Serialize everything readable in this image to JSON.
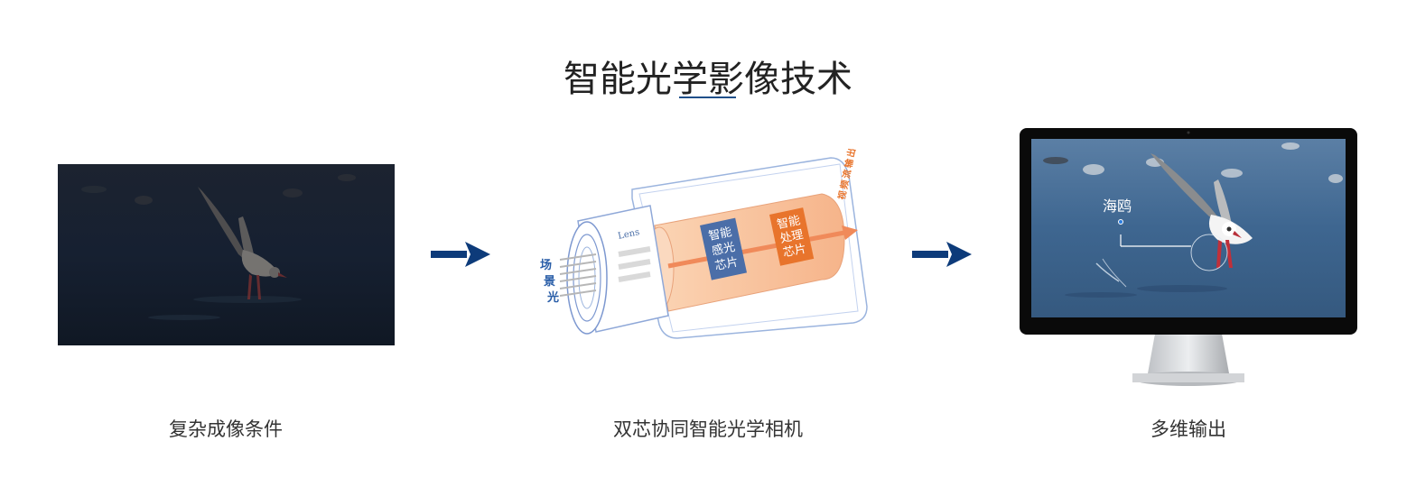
{
  "title": "智能光学影像技术",
  "steps": [
    {
      "caption": "复杂成像条件"
    },
    {
      "caption": "双芯协同智能光学相机"
    },
    {
      "caption": "多维输出"
    }
  ],
  "camera_diagram": {
    "input_label": [
      "场",
      "景",
      "光"
    ],
    "lens_label": "Lens",
    "sensor_chip_label": [
      "智能",
      "感光",
      "芯片"
    ],
    "processor_chip_label": [
      "智能",
      "处理",
      "芯片"
    ],
    "output_label": [
      "视",
      "频",
      "流",
      "输",
      "出"
    ]
  },
  "monitor": {
    "detection_label": "海鸥"
  },
  "colors": {
    "accent_blue": "#1f4f8a",
    "arrow_blue": "#0d3b7a",
    "orange": "#e8742c"
  }
}
